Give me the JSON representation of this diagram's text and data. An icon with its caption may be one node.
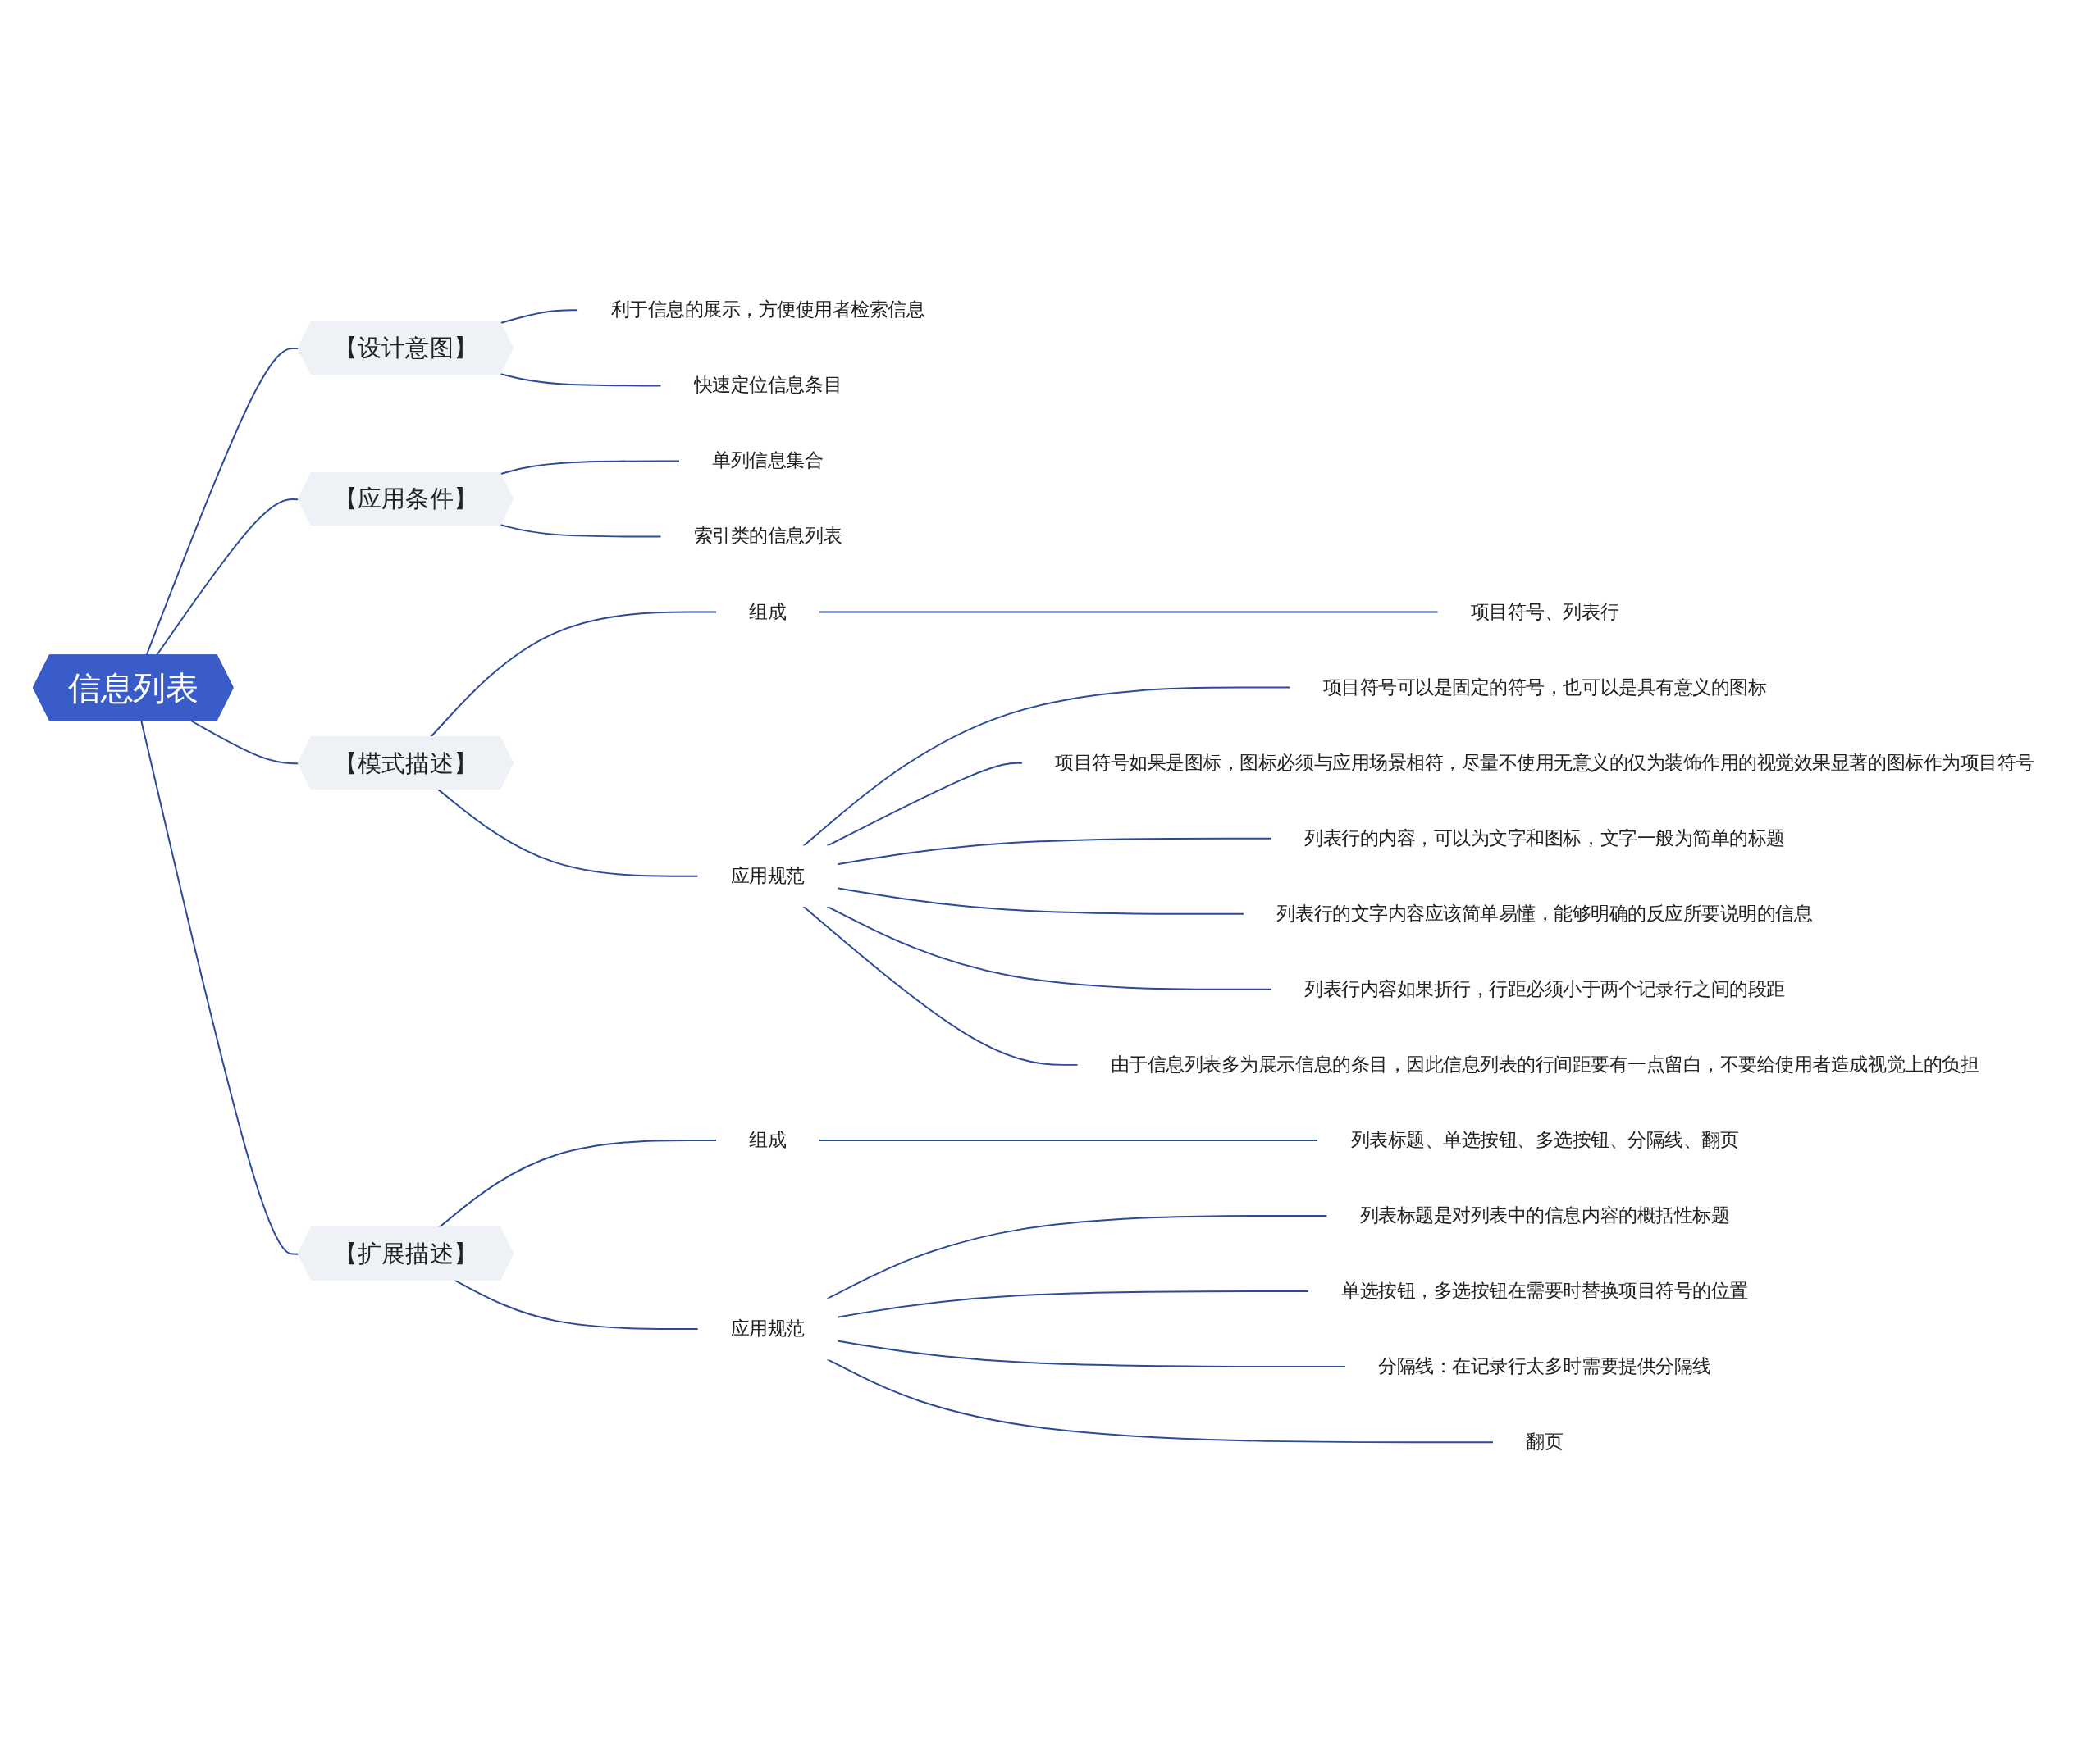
{
  "diagram": {
    "nodes": [
      {
        "text": [
          "信息列表"
        ]
      },
      {
        "text": [
          "【设计意图】"
        ]
      },
      {
        "text": [
          "利于信息的展示，方便使用者检索信息"
        ]
      },
      {
        "text": [
          "快速定位信息条目"
        ]
      },
      {
        "text": [
          "【应用条件】"
        ]
      },
      {
        "text": [
          "单列信息集合"
        ]
      },
      {
        "text": [
          "索引类的信息列表"
        ]
      },
      {
        "text": [
          "【模式描述】"
        ]
      },
      {
        "text": [
          "组成"
        ]
      },
      {
        "text": [
          "项目符号、列表行"
        ]
      },
      {
        "text": [
          "应用规范"
        ]
      },
      {
        "text": [
          "项目符号可以是固定的符号，也可以是具有意义的图标"
        ]
      },
      {
        "text": [
          "项目符号如果是图标，图标必须与应用场景相符，尽量不使用无意义的仅为装饰作用的视觉效果显著的图标作为项目符号"
        ]
      },
      {
        "text": [
          "列表行的内容，可以为文字和图标，文字一般为简单的标题"
        ]
      },
      {
        "text": [
          "列表行的文字内容应该简单易懂，能够明确的反应所要说明的信息"
        ]
      },
      {
        "text": [
          "列表行内容如果折行，行距必须小于两个记录行之间的段距"
        ]
      },
      {
        "text": [
          "由于信息列表多为展示信息的条目，因此信息列表的行间距要有一点留白，不要给使用者造成视觉上的负担"
        ]
      },
      {
        "text": [
          "【扩展描述】"
        ]
      },
      {
        "text": [
          "组成"
        ]
      },
      {
        "text": [
          "列表标题、单选按钮、多选按钮、分隔线、翻页"
        ]
      },
      {
        "text": [
          "应用规范"
        ]
      },
      {
        "text": [
          "列表标题是对列表中的信息内容的概括性标题"
        ]
      },
      {
        "text": [
          "单选按钮，多选按钮在需要时替换项目符号的位置"
        ]
      },
      {
        "text": [
          "分隔线：在记录行太多时需要提供分隔线"
        ]
      },
      {
        "text": [
          "翻页"
        ]
      }
    ],
    "edges": [
      {
        "from": 0,
        "to": 1,
        "arrow": "none"
      },
      {
        "from": 1,
        "to": 2,
        "arrow": "none"
      },
      {
        "from": 1,
        "to": 3,
        "arrow": "none"
      },
      {
        "from": 0,
        "to": 4,
        "arrow": "none"
      },
      {
        "from": 4,
        "to": 5,
        "arrow": "none"
      },
      {
        "from": 4,
        "to": 6,
        "arrow": "none"
      },
      {
        "from": 0,
        "to": 7,
        "arrow": "none"
      },
      {
        "from": 7,
        "to": 8,
        "arrow": "none"
      },
      {
        "from": 8,
        "to": 9,
        "arrow": "none"
      },
      {
        "from": 7,
        "to": 10,
        "arrow": "none"
      },
      {
        "from": 10,
        "to": 11,
        "arrow": "none"
      },
      {
        "from": 10,
        "to": 12,
        "arrow": "none"
      },
      {
        "from": 10,
        "to": 13,
        "arrow": "none"
      },
      {
        "from": 10,
        "to": 14,
        "arrow": "none"
      },
      {
        "from": 10,
        "to": 15,
        "arrow": "none"
      },
      {
        "from": 10,
        "to": 16,
        "arrow": "none"
      },
      {
        "from": 0,
        "to": 17,
        "arrow": "none"
      },
      {
        "from": 17,
        "to": 18,
        "arrow": "none"
      },
      {
        "from": 18,
        "to": 19,
        "arrow": "none"
      },
      {
        "from": 17,
        "to": 20,
        "arrow": "none"
      },
      {
        "from": 20,
        "to": 21,
        "arrow": "none"
      },
      {
        "from": 20,
        "to": 22,
        "arrow": "none"
      },
      {
        "from": 20,
        "to": 23,
        "arrow": "none"
      },
      {
        "from": 20,
        "to": 24,
        "arrow": "none"
      }
    ]
  }
}
